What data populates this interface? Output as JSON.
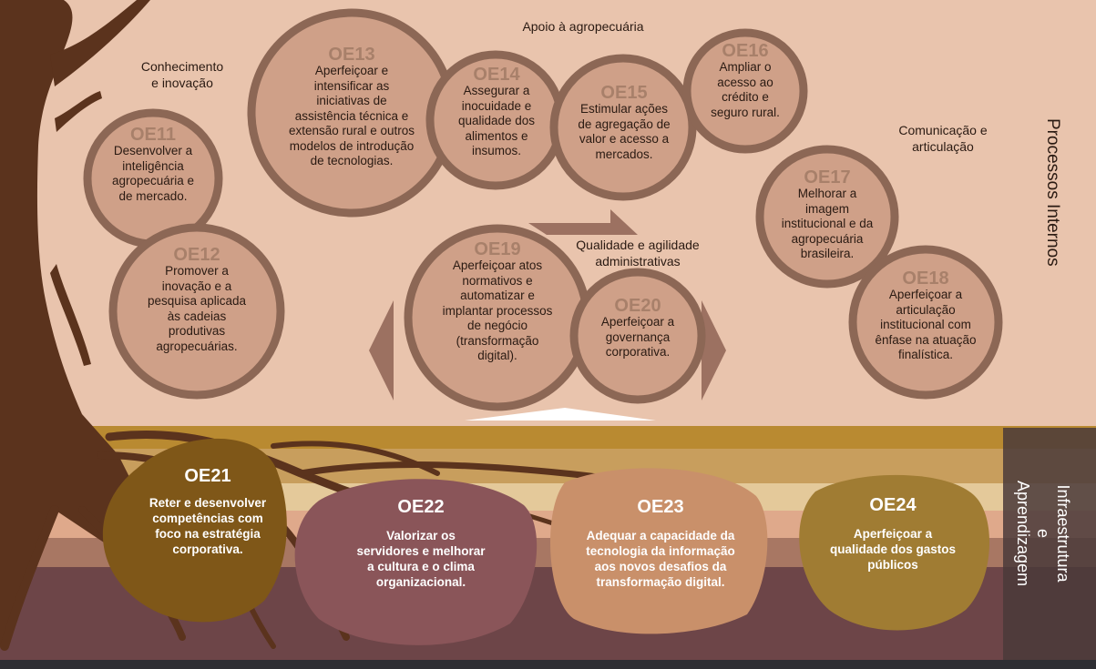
{
  "groups": {
    "conhecimento": "Conhecimento\ne inovação",
    "apoio": "Apoio à agropecuária",
    "qualidade": "Qualidade e agilidade\nadministrativas",
    "comunicacao": "Comunicação e\narticulação"
  },
  "sections": {
    "processos": "Processos Internos",
    "infra": "Infraestrutura e\nAprendizagem"
  },
  "objectives": {
    "oe11": {
      "code": "OE11",
      "text": "Desenvolver a\ninteligência\nagropecuária e\nde mercado."
    },
    "oe12": {
      "code": "OE12",
      "text": "Promover a\ninovação e a\npesquisa aplicada\nàs cadeias\nprodutivas\nagropecuárias."
    },
    "oe13": {
      "code": "OE13",
      "text": "Aperfeiçoar e\nintensificar as\niniciativas de\nassistência técnica e\nextensão rural e outros\nmodelos de introdução\nde tecnologias."
    },
    "oe14": {
      "code": "OE14",
      "text": "Assegurar a\ninocuidade e\nqualidade dos\nalimentos e\ninsumos."
    },
    "oe15": {
      "code": "OE15",
      "text": "Estimular ações\nde agregação de\nvalor e acesso a\nmercados."
    },
    "oe16": {
      "code": "OE16",
      "text": "Ampliar o\nacesso ao\ncrédito e\nseguro rural."
    },
    "oe17": {
      "code": "OE17",
      "text": "Melhorar a\nimagem\ninstitucional e da\nagropecuária\nbrasileira."
    },
    "oe18": {
      "code": "OE18",
      "text": "Aperfeiçoar a\narticulação\ninstitucional com\nênfase na atuação\nfinalística."
    },
    "oe19": {
      "code": "OE19",
      "text": "Aperfeiçoar atos\nnormativos e\nautomatizar e\nimplantar processos\nde negócio\n(transformação\ndigital)."
    },
    "oe20": {
      "code": "OE20",
      "text": "Aperfeiçoar a\ngovernança\ncorporativa."
    },
    "oe21": {
      "code": "OE21",
      "text": "Reter e desenvolver\ncompetências com\nfoco na estratégia\ncorporativa."
    },
    "oe22": {
      "code": "OE22",
      "text": "Valorizar os\nservidores e melhorar\na cultura e o clima\norganizacional."
    },
    "oe23": {
      "code": "OE23",
      "text": "Adequar a capacidade da\ntecnologia da informação\naos novos desafios da\ntransformação digital."
    },
    "oe24": {
      "code": "OE24",
      "text": "Aperfeiçoar a\nqualidade dos gastos\npúblicos"
    }
  },
  "colors": {
    "panel": "#e9c4ad",
    "circle_fill": "#cfa088",
    "circle_ring": "#8c6755",
    "tree": "#5b331d",
    "oe21": "#7f5718",
    "oe22": "#8a5559",
    "oe23": "#c9906a",
    "oe24": "#a07c33"
  }
}
